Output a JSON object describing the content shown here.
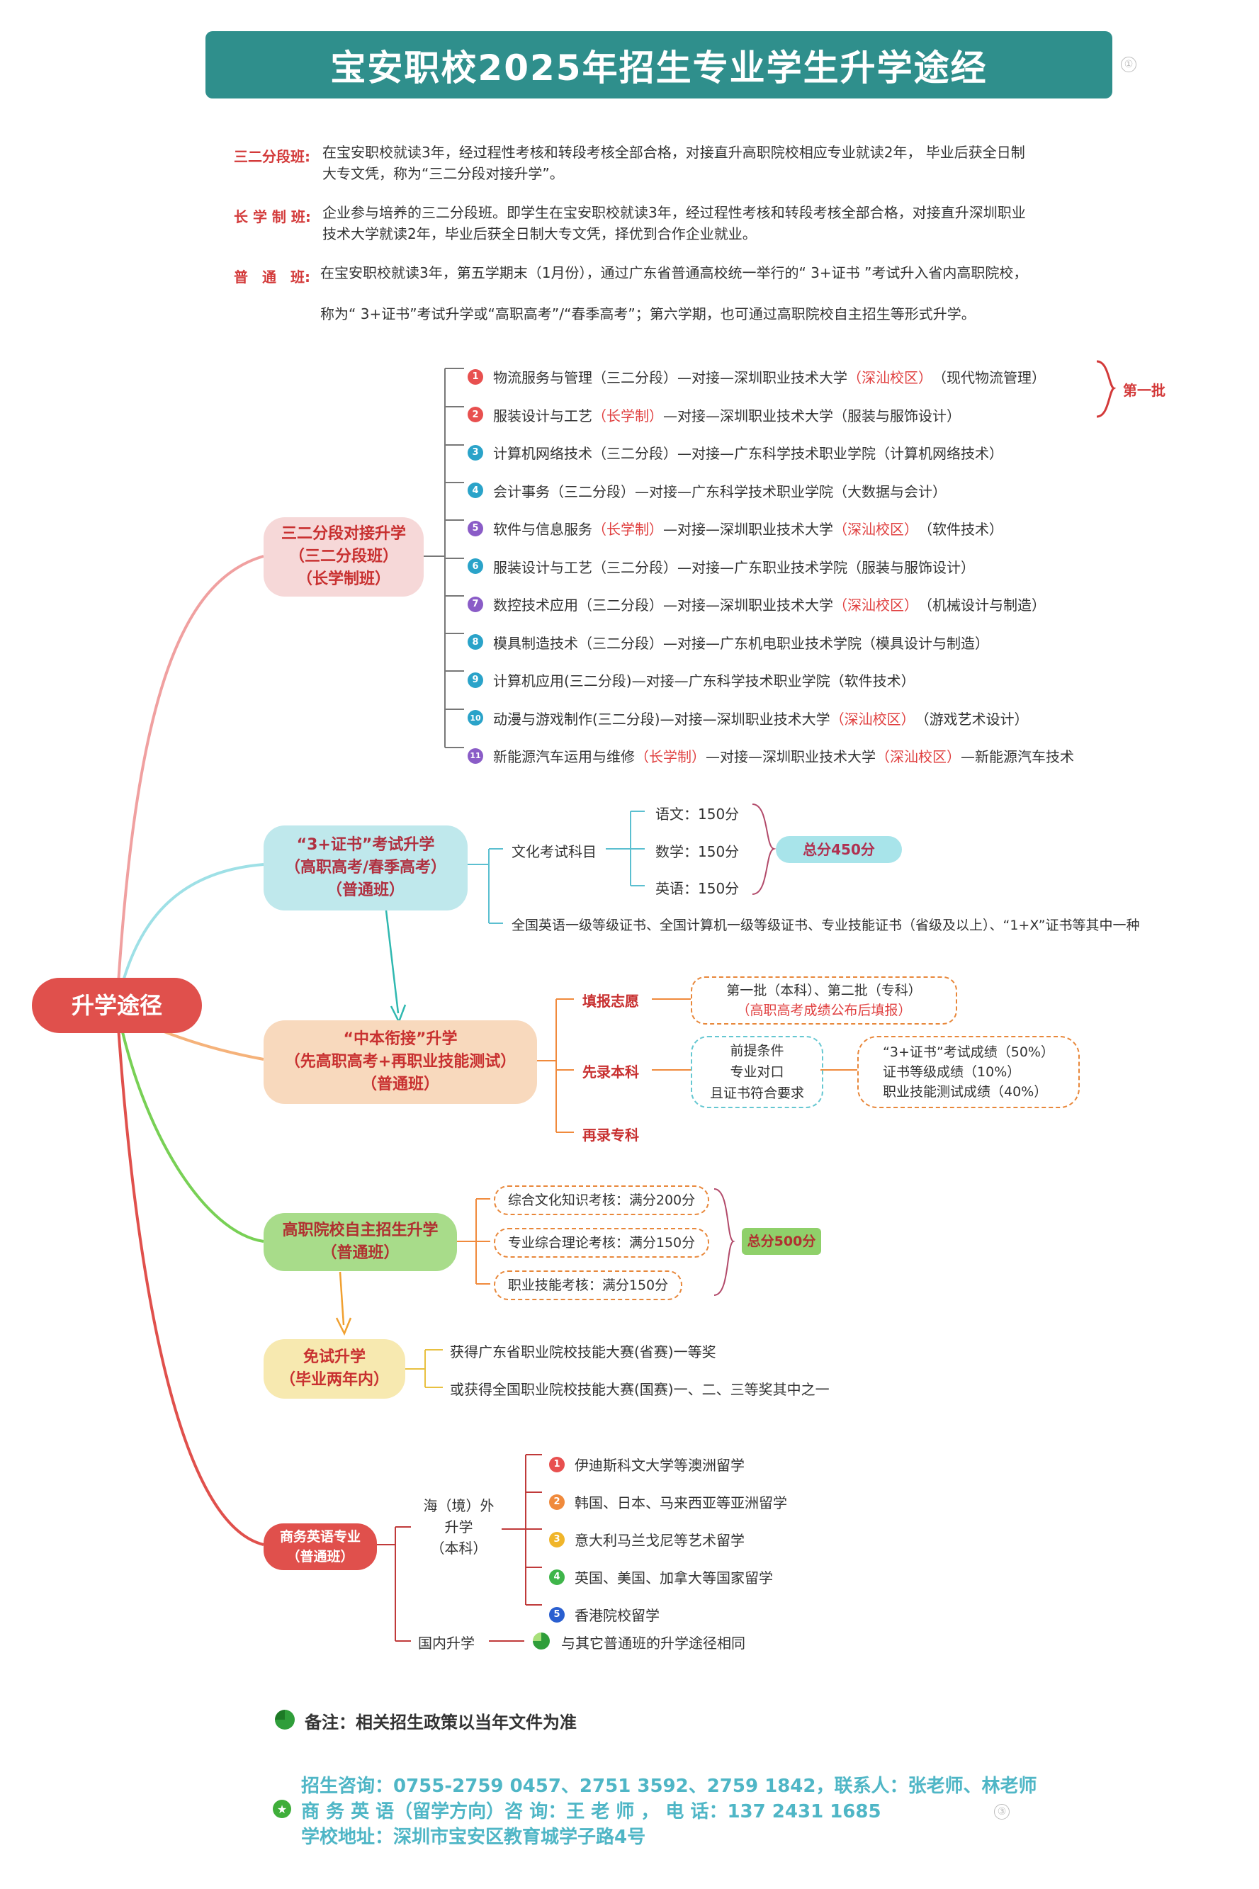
{
  "title": "宝安职校2025年招生专业学生升学途经",
  "watermark_nums": [
    "①",
    "③"
  ],
  "intro": [
    {
      "label": "三二分段班:",
      "lines": [
        "在宝安职校就读3年，经过程性考核和转段考核全部合格，对接直升高职院校相应专业就读2年， 毕业后获全日制",
        "大专文凭，称为“三二分段对接升学”。"
      ]
    },
    {
      "label": "长 学 制 班:",
      "lines": [
        "企业参与培养的三二分段班。即学生在宝安职校就读3年，经过程性考核和转段考核全部合格，对接直升深圳职业",
        "技术大学就读2年，毕业后获全日制大专文凭，择优到合作企业就业。"
      ]
    },
    {
      "label": "普　通　班:",
      "lines": [
        "在宝安职校就读3年，第五学期末（1月份），通过广东省普通高校统一举行的“ 3+证书 ”考试升入省内高职院校，",
        "称为“ 3+证书”考试升学或“高职高考”/“春季高考”；第六学期，也可通过高职院校自主招生等形式升学。"
      ]
    }
  ],
  "root": "升学途径",
  "branch1": {
    "title": [
      "三二分段对接升学",
      "（三二分段班）",
      "（长学制班）"
    ],
    "items": [
      {
        "num": "1",
        "color": "#e8504f",
        "parts": [
          [
            "物流服务与管理（三二分段）—对接—深圳职业技术大学",
            ""
          ],
          [
            "（深汕校区）",
            "red"
          ],
          [
            "（现代物流管理）",
            ""
          ]
        ]
      },
      {
        "num": "2",
        "color": "#e8504f",
        "parts": [
          [
            "服装设计与工艺",
            ""
          ],
          [
            "（长学制）",
            "red"
          ],
          [
            "—对接—深圳职业技术大学（服装与服饰设计）",
            ""
          ]
        ]
      },
      {
        "num": "3",
        "color": "#2aa3c9",
        "parts": [
          [
            "计算机网络技术（三二分段）—对接—广东科学技术职业学院（计算机网络技术）",
            ""
          ]
        ]
      },
      {
        "num": "4",
        "color": "#2aa3c9",
        "parts": [
          [
            "会计事务（三二分段）—对接—广东科学技术职业学院（大数据与会计）",
            ""
          ]
        ]
      },
      {
        "num": "5",
        "color": "#8a5cc7",
        "parts": [
          [
            "软件与信息服务",
            ""
          ],
          [
            "（长学制）",
            "red"
          ],
          [
            "—对接—深圳职业技术大学 ",
            ""
          ],
          [
            "（深汕校区）",
            "red"
          ],
          [
            "（软件技术）",
            ""
          ]
        ]
      },
      {
        "num": "6",
        "color": "#2aa3c9",
        "parts": [
          [
            "服装设计与工艺（三二分段）—对接—广东职业技术学院（服装与服饰设计）",
            ""
          ]
        ]
      },
      {
        "num": "7",
        "color": "#8a5cc7",
        "parts": [
          [
            "数控技术应用（三二分段）—对接—深圳职业技术大学",
            ""
          ],
          [
            "（深汕校区）",
            "red"
          ],
          [
            "（机械设计与制造）",
            ""
          ]
        ]
      },
      {
        "num": "8",
        "color": "#2aa3c9",
        "parts": [
          [
            "模具制造技术（三二分段）—对接—广东机电职业技术学院（模具设计与制造）",
            ""
          ]
        ]
      },
      {
        "num": "9",
        "color": "#2aa3c9",
        "parts": [
          [
            "计算机应用(三二分段)—对接—广东科学技术职业学院（软件技术）",
            ""
          ]
        ]
      },
      {
        "num": "10",
        "color": "#2aa3c9",
        "parts": [
          [
            "动漫与游戏制作(三二分段)—对接—深圳职业技术大学",
            ""
          ],
          [
            "（深汕校区）",
            "red"
          ],
          [
            "（游戏艺术设计）",
            ""
          ]
        ]
      },
      {
        "num": "11",
        "color": "#8a5cc7",
        "parts": [
          [
            "新能源汽车运用与维修",
            ""
          ],
          [
            "（长学制）",
            "red"
          ],
          [
            "—对接—深圳职业技术大学",
            ""
          ],
          [
            "（深汕校区）",
            "red"
          ],
          [
            "—新能源汽车技术",
            ""
          ]
        ]
      }
    ],
    "first_batch": "第一批"
  },
  "branch2": {
    "title": [
      "“3+证书”考试升学",
      "（高职高考/春季高考）",
      "（普通班）"
    ],
    "subject_label": "文化考试科目",
    "subjects": [
      "语文：150分",
      "数学：150分",
      "英语：150分"
    ],
    "total": "总分450分",
    "certs": "全国英语一级等级证书、全国计算机一级等级证书、专业技能证书（省级及以上）、“1+X”证书等其中一种"
  },
  "branch3": {
    "title": [
      "“中本衔接”升学",
      "（先高职高考+再职业技能测试）",
      "（普通班）"
    ],
    "step1": "填报志愿",
    "step1_box": [
      "第一批（本科）、第二批（专科）",
      "（高职高考成绩公布后填报）"
    ],
    "step2": "先录本科",
    "step2_box": [
      "前提条件",
      "专业对口",
      "且证书符合要求"
    ],
    "step2_box2": [
      "“3+证书”考试成绩（50%）",
      "证书等级成绩（10%）",
      "职业技能测试成绩（40%）"
    ],
    "step3": "再录专科"
  },
  "branch4": {
    "title": [
      "高职院校自主招生升学",
      "（普通班）"
    ],
    "items": [
      "综合文化知识考核：满分200分",
      "专业综合理论考核：满分150分",
      "职业技能考核：满分150分"
    ],
    "total": "总分500分"
  },
  "branch5": {
    "title": [
      "免试升学",
      "（毕业两年内）"
    ],
    "items": [
      "获得广东省职业院校技能大赛(省赛)一等奖",
      "或获得全国职业院校技能大赛(国赛)一、二、三等奖其中之一"
    ]
  },
  "branch6": {
    "title": [
      "商务英语专业",
      "（普通班）"
    ],
    "abroad": [
      "海（境）外",
      "升学",
      "（本科）"
    ],
    "abroad_items": [
      {
        "num": "1",
        "color": "#e8504f",
        "text": "伊迪斯科文大学等澳洲留学"
      },
      {
        "num": "2",
        "color": "#f08a3c",
        "text": "韩国、日本、马来西亚等亚洲留学"
      },
      {
        "num": "3",
        "color": "#f0b52a",
        "text": "意大利马兰戈尼等艺术留学"
      },
      {
        "num": "4",
        "color": "#3fb54a",
        "text": "英国、美国、加拿大等国家留学"
      },
      {
        "num": "5",
        "color": "#2a5fd0",
        "text": "香港院校留学"
      }
    ],
    "domestic": "国内升学",
    "domestic_item": "与其它普通班的升学途径相同"
  },
  "note": "备注：相关招生政策以当年文件为准",
  "contacts": [
    "招生咨询：0755-2759 0457、2751 3592、2759 1842，联系人：张老师、林老师",
    "商 务 英 语（留学方向）咨 询：王 老 师 ， 电 话：137  2431 1685",
    "学校地址：深圳市宝安区教育城学子路4号"
  ],
  "colors": {
    "branch1": "#f6d8d8",
    "branch2": "#bfe8ec",
    "branch3": "#f8d9bd",
    "branch4": "#a8dc8a",
    "branch5": "#f7e9b0",
    "branch6": "#e0504c",
    "root": "#e0504c",
    "title": "#2f8f8c"
  }
}
